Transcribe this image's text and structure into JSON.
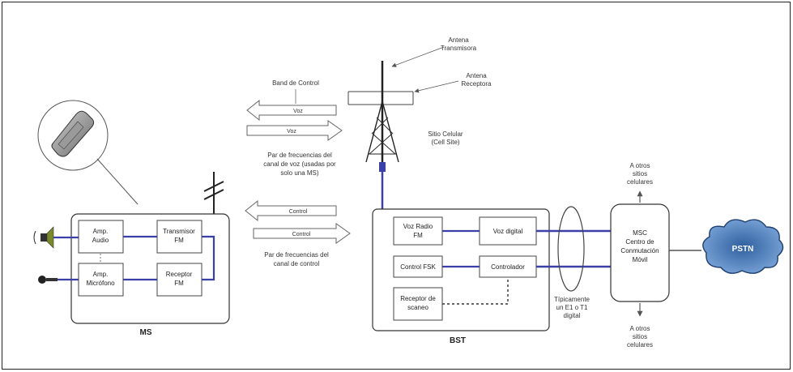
{
  "top_labels": {
    "tx_antenna": [
      "Antena",
      "Transmisora"
    ],
    "rx_antenna": [
      "Antena",
      "Receptora"
    ],
    "control_band": "Band de Control",
    "cell_site": [
      "Sitio Celular",
      "(Cell Site)"
    ]
  },
  "arrows": {
    "voice1": "Voz",
    "voice2": "Voz",
    "control1": "Control",
    "control2": "Control"
  },
  "captions": {
    "voice_pair": [
      "Par de frecuencias del",
      "canal de voz (usadas por",
      "solo una MS)"
    ],
    "control_pair": [
      "Par de frecuencias del",
      "canal de control"
    ]
  },
  "ms": {
    "title": "MS",
    "amp_audio": [
      "Amp.",
      "Audio"
    ],
    "amp_mic": [
      "Amp.",
      "Micrófono"
    ],
    "transmitter": [
      "Transmisor",
      "FM"
    ],
    "receiver": [
      "Receptor",
      "FM"
    ]
  },
  "bst": {
    "title": "BST",
    "voice_radio": [
      "Voz Radio",
      "FM"
    ],
    "voice_digital": "Voz digital",
    "control_fsk": "Control FSK",
    "controller": "Controlador",
    "scan_receiver": [
      "Receptor de",
      "scaneo"
    ]
  },
  "link_label": [
    "Típicamente",
    "un E1 o T1",
    "digital"
  ],
  "msc": [
    "MSC",
    "Centro de",
    "Conmutación",
    "Móvil"
  ],
  "other_sites_top": [
    "A otros",
    "sitios",
    "celulares"
  ],
  "other_sites_bottom": [
    "A otros",
    "sitios",
    "celulares"
  ],
  "pstn": "PSTN",
  "colors": {
    "link": "#3b3fa8",
    "cloud": "#4f82c4",
    "arrow_fill": "#ffffff"
  }
}
